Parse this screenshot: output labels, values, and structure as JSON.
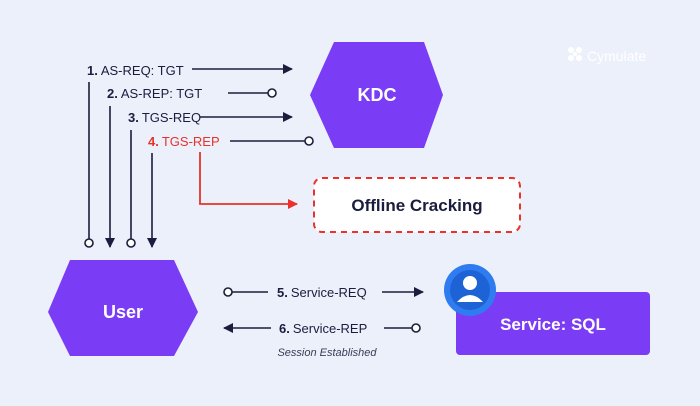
{
  "brand": {
    "name": "Cymulate"
  },
  "nodes": {
    "kdc": "KDC",
    "user": "User",
    "service": "Service: SQL",
    "offline": "Offline Cracking"
  },
  "steps": [
    {
      "num": "1.",
      "text": "AS-REQ: TGT"
    },
    {
      "num": "2.",
      "text": "AS-REP: TGT"
    },
    {
      "num": "3.",
      "text": "TGS-REQ"
    },
    {
      "num": "4.",
      "text": "TGS-REP"
    },
    {
      "num": "5.",
      "text": "Service-REQ"
    },
    {
      "num": "6.",
      "text": "Service-REP"
    }
  ],
  "session_label": "Session Established",
  "colors": {
    "background": "#ECF0FB",
    "node_fill": "#7A3CF4",
    "arrow": "#1A1D3D",
    "highlight": "#E8322B",
    "brand_logo": "#FFFFFF",
    "avatar": "#2F7BF0"
  },
  "icons": [
    "cymulate-logo-icon",
    "user-avatar-icon"
  ]
}
